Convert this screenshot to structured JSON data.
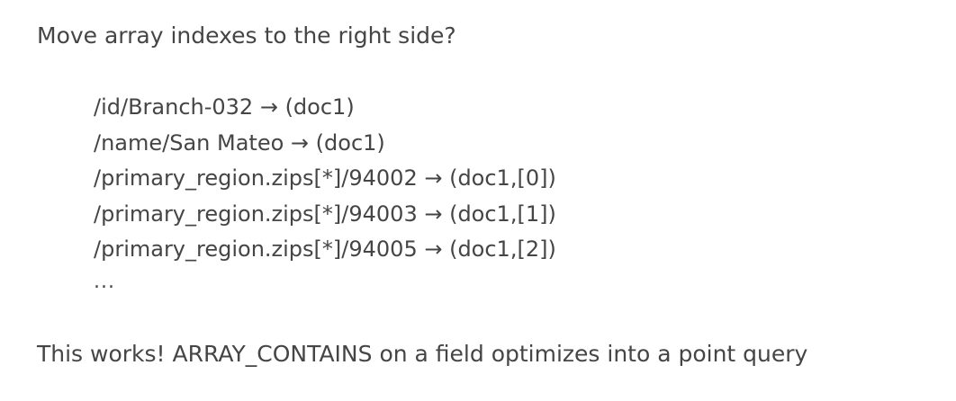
{
  "heading": "Move array indexes to the right side?",
  "paths": [
    "/id/Branch-032 → (doc1)",
    "/name/San Mateo → (doc1)",
    "/primary_region.zips[*]/94002 → (doc1,[0])",
    "/primary_region.zips[*]/94003 → (doc1,[1])",
    "/primary_region.zips[*]/94005 → (doc1,[2])"
  ],
  "ellipsis": "...",
  "conclusion": "This works! ARRAY_CONTAINS on a field optimizes into a point query"
}
